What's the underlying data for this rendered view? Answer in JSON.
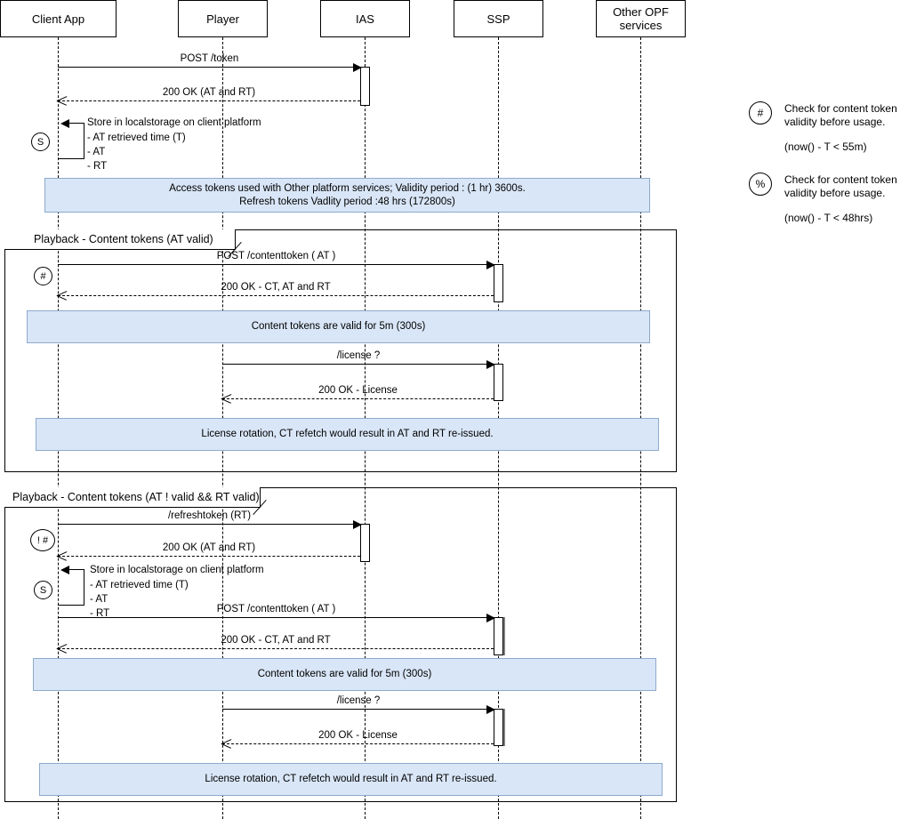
{
  "diagram": {
    "title": "Token lifecycle sequence diagram",
    "colors": {
      "note_fill": "#d9e6f7",
      "note_border": "#8eaacd",
      "line": "#000000",
      "activation_shadow": "#808080",
      "background": "#ffffff"
    }
  },
  "participants": [
    {
      "id": "client-app",
      "label": "Client App"
    },
    {
      "id": "player",
      "label": "Player"
    },
    {
      "id": "ias",
      "label": "IAS"
    },
    {
      "id": "ssp",
      "label": "SSP"
    },
    {
      "id": "other-opf",
      "label": "Other OPF services"
    }
  ],
  "messages": {
    "post_token": "POST /token",
    "ok_at_rt": "200 OK (AT and RT)",
    "post_contenttoken": "POST /contenttoken ( AT )",
    "ok_ct_at_rt": "200 OK - CT, AT and RT",
    "license_request": "/license ?",
    "ok_license": "200 OK - License",
    "refreshtoken": "/refreshtoken (RT)",
    "ok_at_rt_2": "200 OK (AT and RT)",
    "post_contenttoken_2": "POST /contenttoken ( AT )",
    "ok_ct_at_rt_2": "200 OK - CT, AT and RT",
    "license_request_2": "/license ?",
    "ok_license_2": "200 OK - License"
  },
  "self_messages": {
    "store_1": {
      "title": "Store in localstorage on client platform",
      "lines": [
        "- AT retrieved time (T)",
        "- AT",
        "- RT"
      ]
    },
    "store_2": {
      "title": "Store in localstorage on client platform",
      "lines": [
        "- AT retrieved time (T)",
        "- AT",
        "- RT"
      ]
    }
  },
  "markers": {
    "store_1": "S",
    "hash_1": "#",
    "not_hash": "! #",
    "store_2": "S"
  },
  "notes": {
    "access_tokens": {
      "line1": "Access tokens used with Other platform services; Validity period : (1 hr) 3600s.",
      "line2": "Refresh tokens Vadlity period :48 hrs (172800s)"
    },
    "content_tokens_1": "Content tokens are valid for 5m (300s)",
    "license_rotation_1": "License rotation, CT refetch would result in AT and RT re-issued.",
    "content_tokens_2": "Content tokens are valid for 5m (300s)",
    "license_rotation_2": "License rotation, CT refetch would result in AT and RT re-issued."
  },
  "fragments": {
    "frag1_label": "Playback - Content tokens (AT valid)",
    "frag2_label": "Playback - Content tokens (AT ! valid && RT valid)"
  },
  "legend": [
    {
      "symbol": "#",
      "line1": "Check for content token",
      "line2": "validity before usage.",
      "line3": "(now() - T < 55m)"
    },
    {
      "symbol": "%",
      "line1": "Check for content token",
      "line2": "validity before usage.",
      "line3": "(now() - T <  48hrs)"
    }
  ]
}
